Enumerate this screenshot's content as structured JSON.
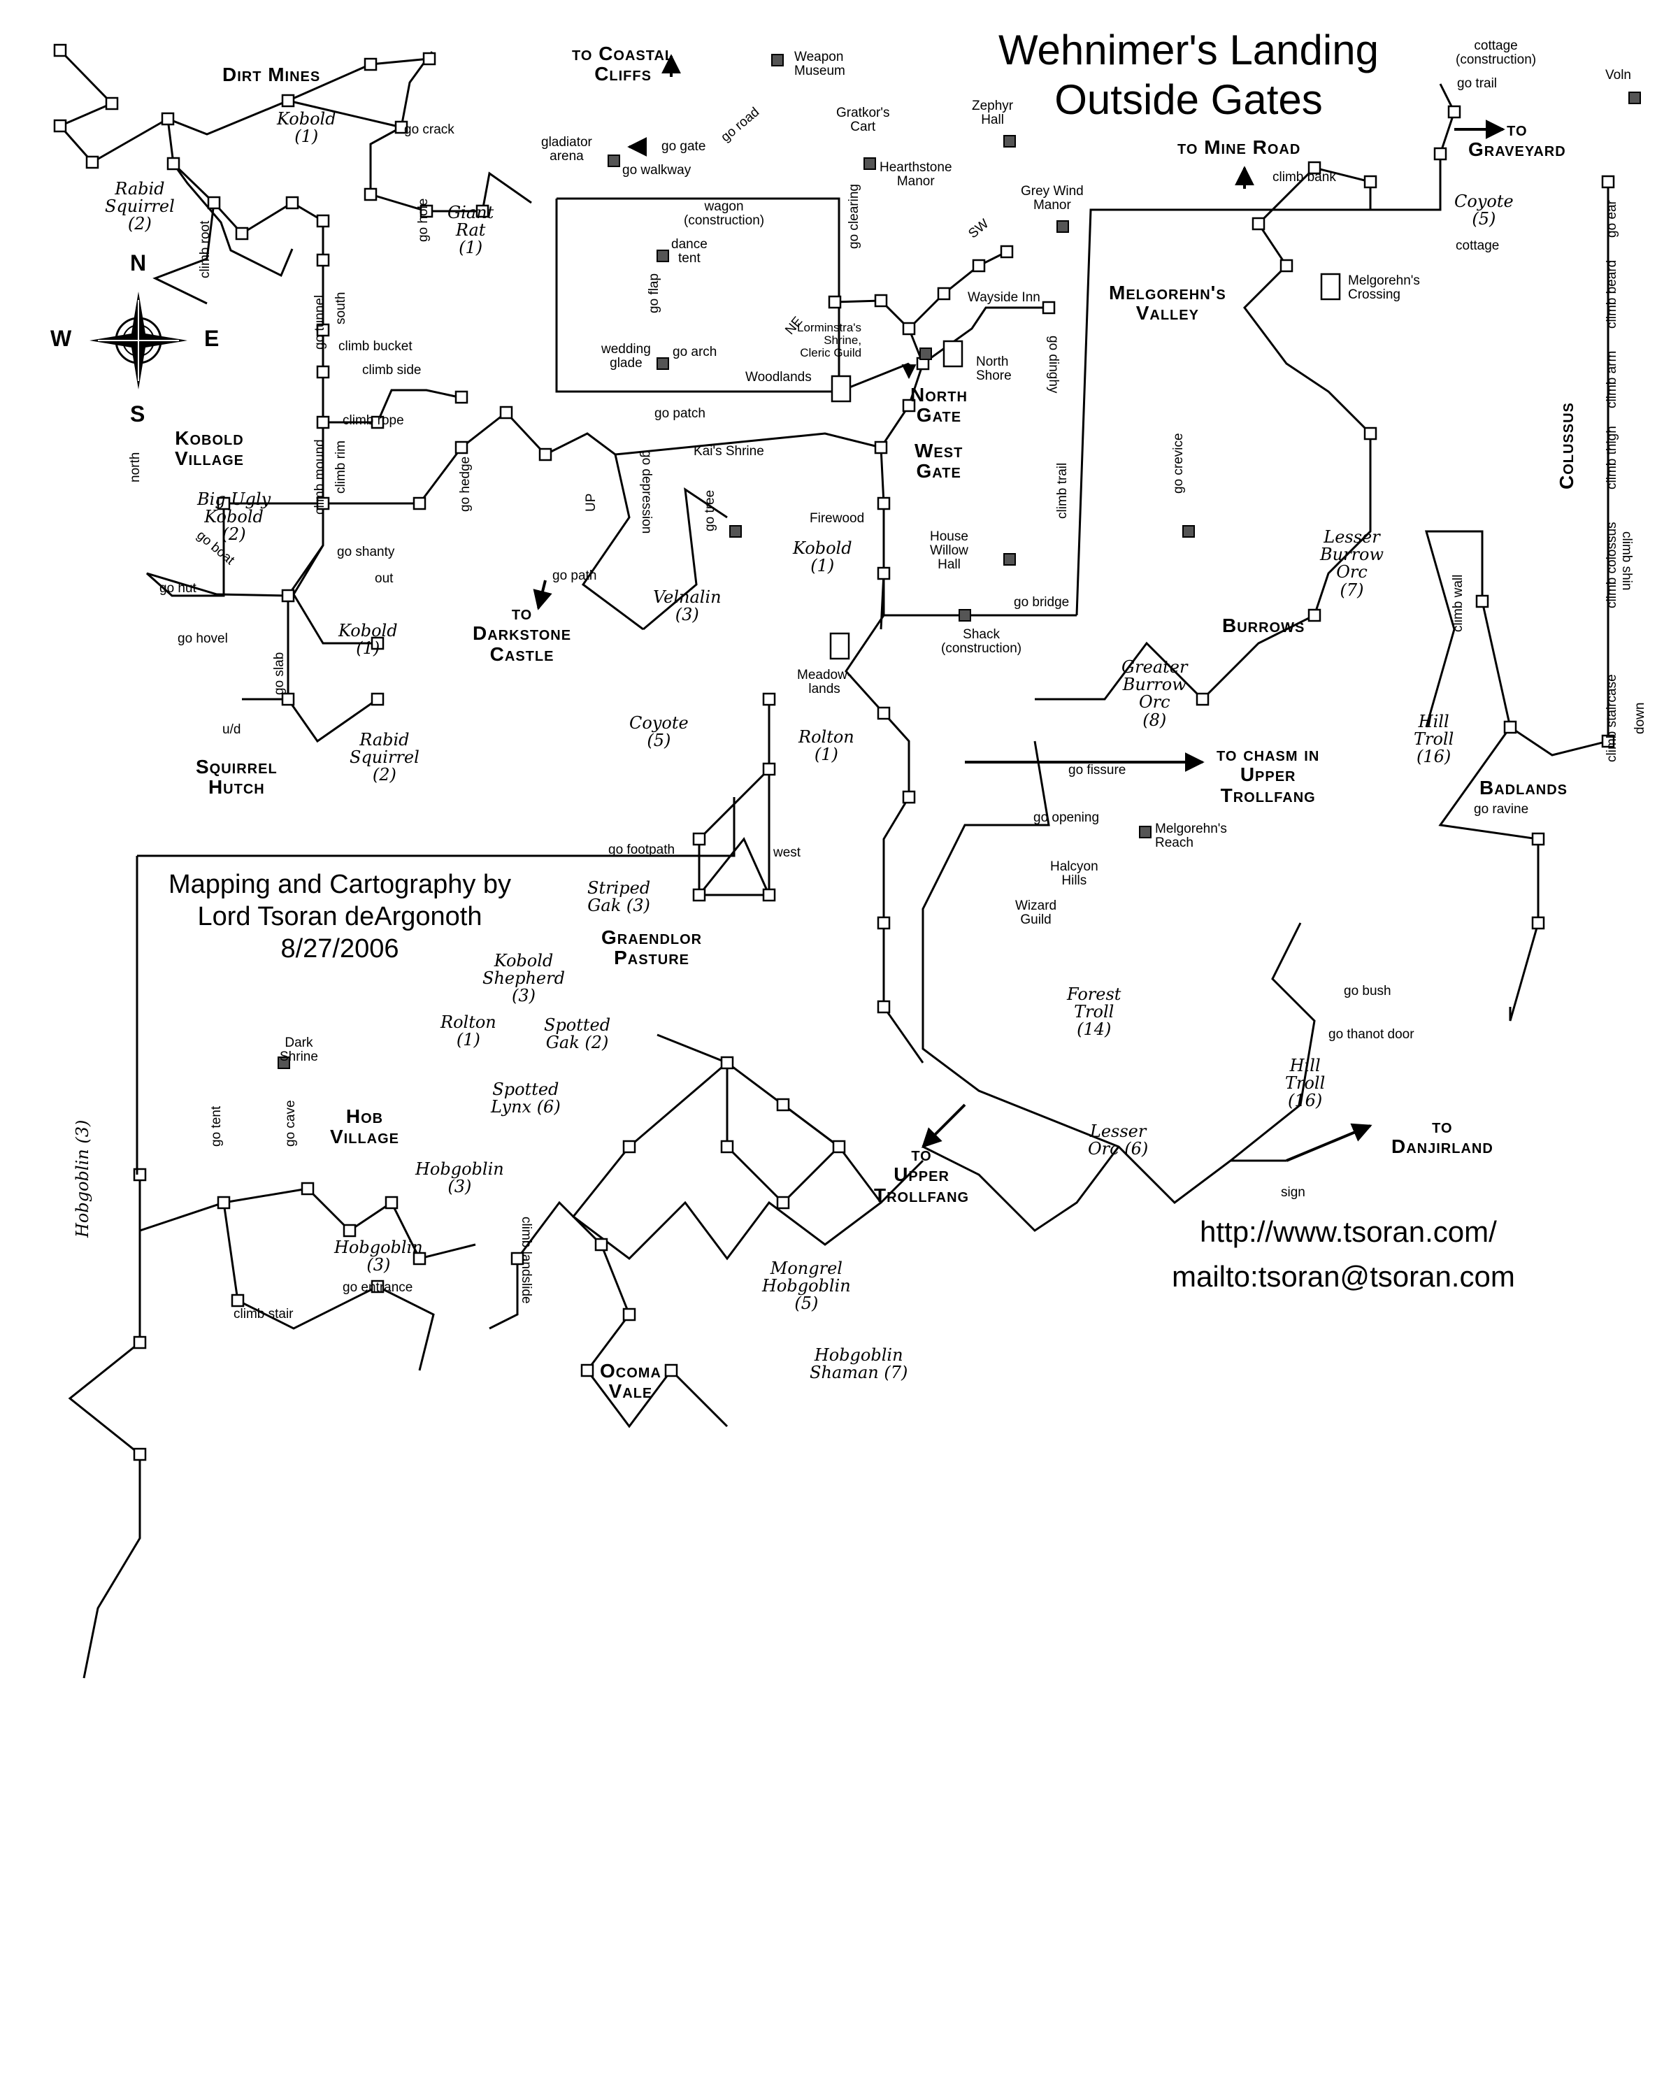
{
  "title": {
    "line1": "Wehnimer's Landing",
    "line2": "Outside Gates"
  },
  "credit": {
    "line1": "Mapping and Cartography by",
    "line2": "Lord Tsoran deArgonoth",
    "line3": "8/27/2006"
  },
  "links": {
    "web": "http://www.tsoran.com/",
    "mail": "mailto:tsoran@tsoran.com"
  },
  "compass": {
    "n": "N",
    "s": "S",
    "e": "E",
    "w": "W"
  },
  "areas": {
    "dirt_mines": "Dirt Mines",
    "kobold_village": [
      "Kobold",
      "Village"
    ],
    "squirrel_hutch": [
      "Squirrel",
      "Hutch"
    ],
    "to_coastal_cliffs": [
      "to Coastal",
      "Cliffs"
    ],
    "to_mine_road": "to Mine Road",
    "to_graveyard": [
      "to",
      "Graveyard"
    ],
    "melgorehns_valley": [
      "Melgorehn's",
      "Valley"
    ],
    "colussus": "Colussus",
    "north_gate": [
      "North",
      "Gate"
    ],
    "west_gate": [
      "West",
      "Gate"
    ],
    "to_darkstone_castle": [
      "to",
      "Darkstone",
      "Castle"
    ],
    "burrows": "Burrows",
    "to_chasm": [
      "to chasm in",
      "Upper",
      "Trollfang"
    ],
    "badlands": "Badlands",
    "graendlor_pasture": [
      "Graendlor",
      "Pasture"
    ],
    "hob_village": [
      "Hob",
      "Village"
    ],
    "to_upper_trollfang": [
      "to",
      "Upper",
      "Trollfang"
    ],
    "to_danjirland": [
      "to",
      "Danjirland"
    ],
    "ocoma_vale": [
      "Ocoma",
      "Vale"
    ]
  },
  "creatures": {
    "kobold_dm": [
      "Kobold",
      "(1)"
    ],
    "rabid_squirrel_dm": [
      "Rabid",
      "Squirrel",
      "(2)"
    ],
    "giant_rat": [
      "Giant",
      "Rat",
      "(1)"
    ],
    "big_ugly_kobold": [
      "Big Ugly",
      "Kobold",
      "(2)"
    ],
    "kobold_kv": [
      "Kobold",
      "(1)"
    ],
    "rabid_squirrel_sh": [
      "Rabid",
      "Squirrel",
      "(2)"
    ],
    "velnalin": [
      "Velnalin",
      "(3)"
    ],
    "kobold_gate": [
      "Kobold",
      "(1)"
    ],
    "coyote_cl": [
      "Coyote",
      "(5)"
    ],
    "rolton_gate": [
      "Rolton",
      "(1)"
    ],
    "coyote_ne": [
      "Coyote",
      "(5)"
    ],
    "lesser_burrow_orc": [
      "Lesser",
      "Burrow",
      "Orc",
      "(7)"
    ],
    "greater_burrow_orc": [
      "Greater",
      "Burrow",
      "Orc",
      "(8)"
    ],
    "hill_troll_bad": [
      "Hill",
      "Troll",
      "(16)"
    ],
    "striped_gak": [
      "Striped",
      "Gak (3)"
    ],
    "kobold_shepherd": [
      "Kobold",
      "Shepherd",
      "(3)"
    ],
    "rolton_gp": [
      "Rolton",
      "(1)"
    ],
    "spotted_gak": [
      "Spotted",
      "Gak (2)"
    ],
    "spotted_lynx": [
      "Spotted",
      "Lynx (6)"
    ],
    "hobgoblin_hv": [
      "Hobgoblin",
      "(3)"
    ],
    "hobgoblin_hv2": [
      "Hobgoblin",
      "(3)"
    ],
    "forest_troll": [
      "Forest",
      "Troll",
      "(14)"
    ],
    "hill_troll_dj": [
      "Hill",
      "Troll",
      "(16)"
    ],
    "lesser_orc": [
      "Lesser",
      "Orc (6)"
    ],
    "mongrel_hobgoblin": [
      "Mongrel",
      "Hobgoblin",
      "(5)"
    ],
    "hobgoblin_shaman": [
      "Hobgoblin",
      "Shaman (7)"
    ],
    "hobgoblin_left": "Hobgoblin (3)"
  },
  "places": {
    "weapon_museum": [
      "Weapon",
      "Museum"
    ],
    "gratkors_cart": [
      "Gratkor's",
      "Cart"
    ],
    "zephyr_hall": [
      "Zephyr",
      "Hall"
    ],
    "hearthstone_manor": [
      "Hearthstone",
      "Manor"
    ],
    "grey_wind_manor": [
      "Grey Wind",
      "Manor"
    ],
    "gladiator_arena": [
      "gladiator",
      "arena"
    ],
    "wagon": [
      "wagon",
      "(construction)"
    ],
    "dance_tent": [
      "dance",
      "tent"
    ],
    "wedding_glade": [
      "wedding",
      "glade"
    ],
    "wayside_inn": "Wayside Inn",
    "north_shore": [
      "North",
      "Shore"
    ],
    "lorminstra": [
      "Lorminstra's",
      "Shrine,",
      "Cleric Guild"
    ],
    "woodlands": "Woodlands",
    "kais_shrine": "Kai's Shrine",
    "firewood": "Firewood",
    "house_willow_hall": [
      "House",
      "Willow",
      "Hall"
    ],
    "shack": [
      "Shack",
      "(construction)"
    ],
    "meadowlands": [
      "Meadow-",
      "lands"
    ],
    "melgorehns_crossing": [
      "Melgorehn's",
      "Crossing"
    ],
    "cottage_construction": [
      "cottage",
      "(construction)"
    ],
    "voln": "Voln",
    "cottage": "cottage",
    "melgorehns_reach": [
      "Melgorehn's",
      "Reach"
    ],
    "halcyon_hills": [
      "Halcyon",
      "Hills"
    ],
    "wizard_guild": [
      "Wizard",
      "Guild"
    ],
    "dark_shrine": [
      "Dark",
      "Shrine"
    ]
  },
  "commands": {
    "go_crack": "go crack",
    "climb_root": "climb root",
    "go_hole": "go hole",
    "go_tunnel": "go tunnel",
    "south": "south",
    "climb_bucket": "climb bucket",
    "climb_side": "climb side",
    "climb_rope": "climb rope",
    "climb_mound": "climb mound",
    "climb_rim": "climb rim",
    "go_shanty": "go shanty",
    "out": "out",
    "go_hut": "go hut",
    "go_hovel": "go hovel",
    "go_boat": "go boat",
    "north": "north",
    "go_slab": "go slab",
    "ud": "u/d",
    "go_hedge": "go hedge",
    "go_patch": "go patch",
    "up": "UP",
    "go_depression": "go depression",
    "go_tree": "go tree",
    "go_path": "go path",
    "go_road": "go road",
    "go_walkway": "go walkway",
    "go_gate": "go gate",
    "go_flap": "go flap",
    "go_arch": "go arch",
    "ne": "NE",
    "go_clearing": "go clearing",
    "sw": "SW",
    "go_dingy": "go dinghy",
    "climb_trail": "climb trail",
    "go_bridge": "go bridge",
    "climb_bank": "climb bank",
    "go_trail": "go trail",
    "go_crevice": "go crevice",
    "go_fissure": "go fissure",
    "climb_wall": "climb wall",
    "go_ravine": "go ravine",
    "climb_arm": "climb arm",
    "climb_beard": "climb beard",
    "go_ear": "go ear",
    "climb_thigh": "climb thigh",
    "climb_colossus": "climb colossus",
    "climb_shin": "climb shin",
    "climb_staircase": "climb staircase",
    "down": "down",
    "go_footpath": "go footpath",
    "west": "west",
    "go_opening": "go opening",
    "go_bush": "go bush",
    "go_thanot_door": "go thanot door",
    "go_tent": "go tent",
    "go_cave": "go cave",
    "climb_landslide": "climb landslide",
    "go_entrance": "go entrance",
    "climb_stair": "climb stair",
    "sign": "sign"
  }
}
